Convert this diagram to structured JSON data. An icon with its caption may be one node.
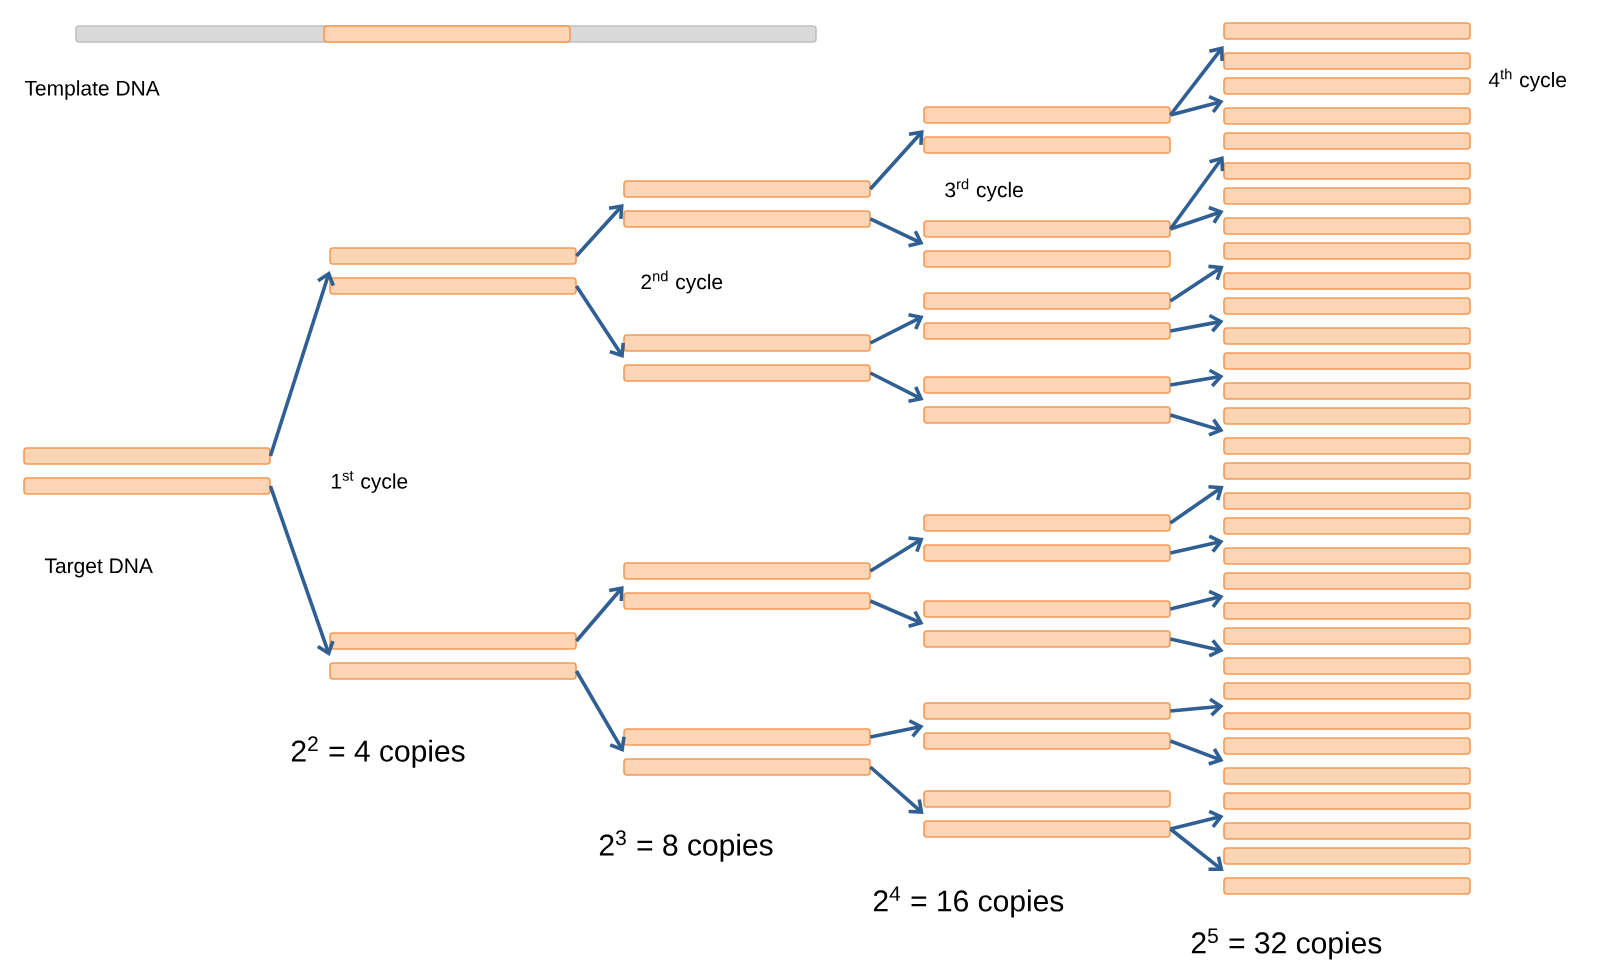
{
  "diagram": {
    "nodes": [
      {
        "text": [],
        "shape": "bar"
      },
      {
        "text": [],
        "shape": "bar"
      },
      {
        "text": [],
        "shape": "bar"
      },
      {
        "text": [],
        "shape": "bar"
      },
      {
        "text": [],
        "shape": "bar"
      },
      {
        "text": [],
        "shape": "bar"
      },
      {
        "text": [],
        "shape": "bar"
      },
      {
        "text": [],
        "shape": "bar"
      },
      {
        "text": [],
        "shape": "bar"
      },
      {
        "text": [],
        "shape": "bar"
      },
      {
        "text": [],
        "shape": "bar"
      },
      {
        "text": [],
        "shape": "bar"
      },
      {
        "text": [],
        "shape": "bar"
      },
      {
        "text": [],
        "shape": "bar"
      },
      {
        "text": [],
        "shape": "bar"
      },
      {
        "text": [],
        "shape": "bar"
      },
      {
        "text": [],
        "shape": "bar"
      },
      {
        "text": [],
        "shape": "bar"
      },
      {
        "text": [],
        "shape": "bar"
      },
      {
        "text": [],
        "shape": "bar"
      },
      {
        "text": [],
        "shape": "bar"
      },
      {
        "text": [],
        "shape": "bar"
      },
      {
        "text": [],
        "shape": "bar"
      },
      {
        "text": [],
        "shape": "bar"
      },
      {
        "text": [],
        "shape": "bar"
      },
      {
        "text": [],
        "shape": "bar"
      },
      {
        "text": [],
        "shape": "bar"
      },
      {
        "text": [],
        "shape": "bar"
      },
      {
        "text": [],
        "shape": "bar"
      },
      {
        "text": [],
        "shape": "bar"
      },
      {
        "text": [],
        "shape": "bar"
      }
    ],
    "edges": [
      {
        "from": 0,
        "to": 1,
        "arrow": "to"
      },
      {
        "from": 0,
        "to": 2,
        "arrow": "to"
      },
      {
        "from": 1,
        "to": 3,
        "arrow": "to"
      },
      {
        "from": 1,
        "to": 4,
        "arrow": "to"
      },
      {
        "from": 2,
        "to": 5,
        "arrow": "to"
      },
      {
        "from": 2,
        "to": 6,
        "arrow": "to"
      },
      {
        "from": 3,
        "to": 7,
        "arrow": "to"
      },
      {
        "from": 3,
        "to": 8,
        "arrow": "to"
      },
      {
        "from": 4,
        "to": 9,
        "arrow": "to"
      },
      {
        "from": 4,
        "to": 10,
        "arrow": "to"
      },
      {
        "from": 5,
        "to": 11,
        "arrow": "to"
      },
      {
        "from": 5,
        "to": 12,
        "arrow": "to"
      },
      {
        "from": 6,
        "to": 13,
        "arrow": "to"
      },
      {
        "from": 6,
        "to": 14,
        "arrow": "to"
      },
      {
        "from": 7,
        "to": 15,
        "arrow": "to"
      },
      {
        "from": 7,
        "to": 16,
        "arrow": "to"
      },
      {
        "from": 8,
        "to": 17,
        "arrow": "to"
      },
      {
        "from": 8,
        "to": 18,
        "arrow": "to"
      },
      {
        "from": 9,
        "to": 19,
        "arrow": "to"
      },
      {
        "from": 9,
        "to": 20,
        "arrow": "to"
      },
      {
        "from": 10,
        "to": 21,
        "arrow": "to"
      },
      {
        "from": 10,
        "to": 22,
        "arrow": "to"
      },
      {
        "from": 11,
        "to": 23,
        "arrow": "to"
      },
      {
        "from": 11,
        "to": 24,
        "arrow": "to"
      },
      {
        "from": 12,
        "to": 25,
        "arrow": "to"
      },
      {
        "from": 12,
        "to": 26,
        "arrow": "to"
      },
      {
        "from": 13,
        "to": 27,
        "arrow": "to"
      },
      {
        "from": 13,
        "to": 28,
        "arrow": "to"
      },
      {
        "from": 14,
        "to": 29,
        "arrow": "to"
      },
      {
        "from": 14,
        "to": 30,
        "arrow": "to"
      }
    ],
    "labels": [
      "Template DNA",
      "4$^{th}$ cycle",
      "3$^{rd}$ cycle",
      "2$^{nd}$ cycle",
      "1$^{st}$ cycle",
      "Target DNA",
      "2$^{2}$ = 4 copies",
      "2$^{3}$ = 8 copies",
      "2$^{4}$ = 16 copies",
      "2$^{5}$ = 32 copies"
    ]
  }
}
